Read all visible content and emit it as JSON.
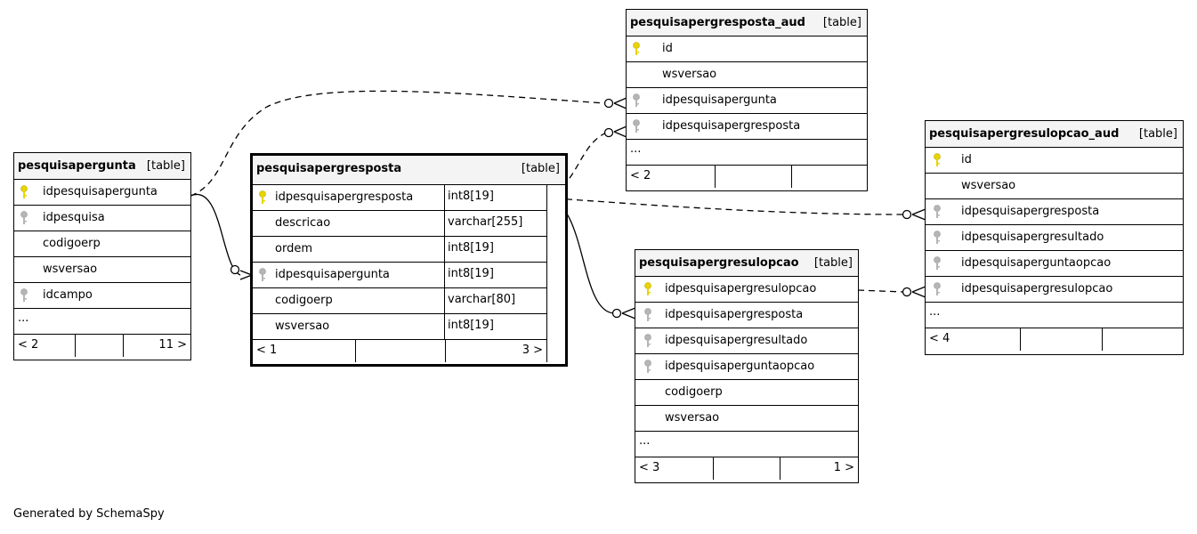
{
  "colors": {
    "primary_key": "#e8d400",
    "foreign_key": "#b5b5b5",
    "header_bg": "#f4f4f4"
  },
  "tables": {
    "pesquisapergunta": {
      "name": "pesquisapergunta",
      "type_label": "[table]",
      "columns": [
        {
          "name": "idpesquisapergunta",
          "key": "primary"
        },
        {
          "name": "idpesquisa",
          "key": "foreign"
        },
        {
          "name": "codigoerp",
          "key": "none"
        },
        {
          "name": "wsversao",
          "key": "none"
        },
        {
          "name": "idcampo",
          "key": "foreign"
        }
      ],
      "more": "...",
      "footer": {
        "parents": "< 2",
        "children": "11 >"
      }
    },
    "pesquisapergresposta": {
      "name": "pesquisapergresposta",
      "type_label": "[table]",
      "columns": [
        {
          "name": "idpesquisapergresposta",
          "type": "int8[19]",
          "key": "primary"
        },
        {
          "name": "descricao",
          "type": "varchar[255]",
          "key": "none"
        },
        {
          "name": "ordem",
          "type": "int8[19]",
          "key": "none"
        },
        {
          "name": "idpesquisapergunta",
          "type": "int8[19]",
          "key": "foreign"
        },
        {
          "name": "codigoerp",
          "type": "varchar[80]",
          "key": "none"
        },
        {
          "name": "wsversao",
          "type": "int8[19]",
          "key": "none"
        }
      ],
      "footer": {
        "parents": "< 1",
        "children": "3 >"
      }
    },
    "pesquisapergresposta_aud": {
      "name": "pesquisapergresposta_aud",
      "type_label": "[table]",
      "columns": [
        {
          "name": "id",
          "key": "primary"
        },
        {
          "name": "wsversao",
          "key": "none"
        },
        {
          "name": "idpesquisapergunta",
          "key": "foreign"
        },
        {
          "name": "idpesquisapergresposta",
          "key": "foreign"
        }
      ],
      "more": "...",
      "footer": {
        "parents": "< 2",
        "children": ""
      }
    },
    "pesquisapergresulopcao": {
      "name": "pesquisapergresulopcao",
      "type_label": "[table]",
      "columns": [
        {
          "name": "idpesquisapergresulopcao",
          "key": "primary"
        },
        {
          "name": "idpesquisapergresposta",
          "key": "foreign"
        },
        {
          "name": "idpesquisapergresultado",
          "key": "foreign"
        },
        {
          "name": "idpesquisaperguntaopcao",
          "key": "foreign"
        },
        {
          "name": "codigoerp",
          "key": "none"
        },
        {
          "name": "wsversao",
          "key": "none"
        }
      ],
      "more": "...",
      "footer": {
        "parents": "< 3",
        "children": "1 >"
      }
    },
    "pesquisapergresulopcao_aud": {
      "name": "pesquisapergresulopcao_aud",
      "type_label": "[table]",
      "columns": [
        {
          "name": "id",
          "key": "primary"
        },
        {
          "name": "wsversao",
          "key": "none"
        },
        {
          "name": "idpesquisapergresposta",
          "key": "foreign"
        },
        {
          "name": "idpesquisapergresultado",
          "key": "foreign"
        },
        {
          "name": "idpesquisaperguntaopcao",
          "key": "foreign"
        },
        {
          "name": "idpesquisapergresulopcao",
          "key": "foreign"
        }
      ],
      "more": "...",
      "footer": {
        "parents": "< 4",
        "children": ""
      }
    }
  },
  "footer_text": "Generated by SchemaSpy"
}
